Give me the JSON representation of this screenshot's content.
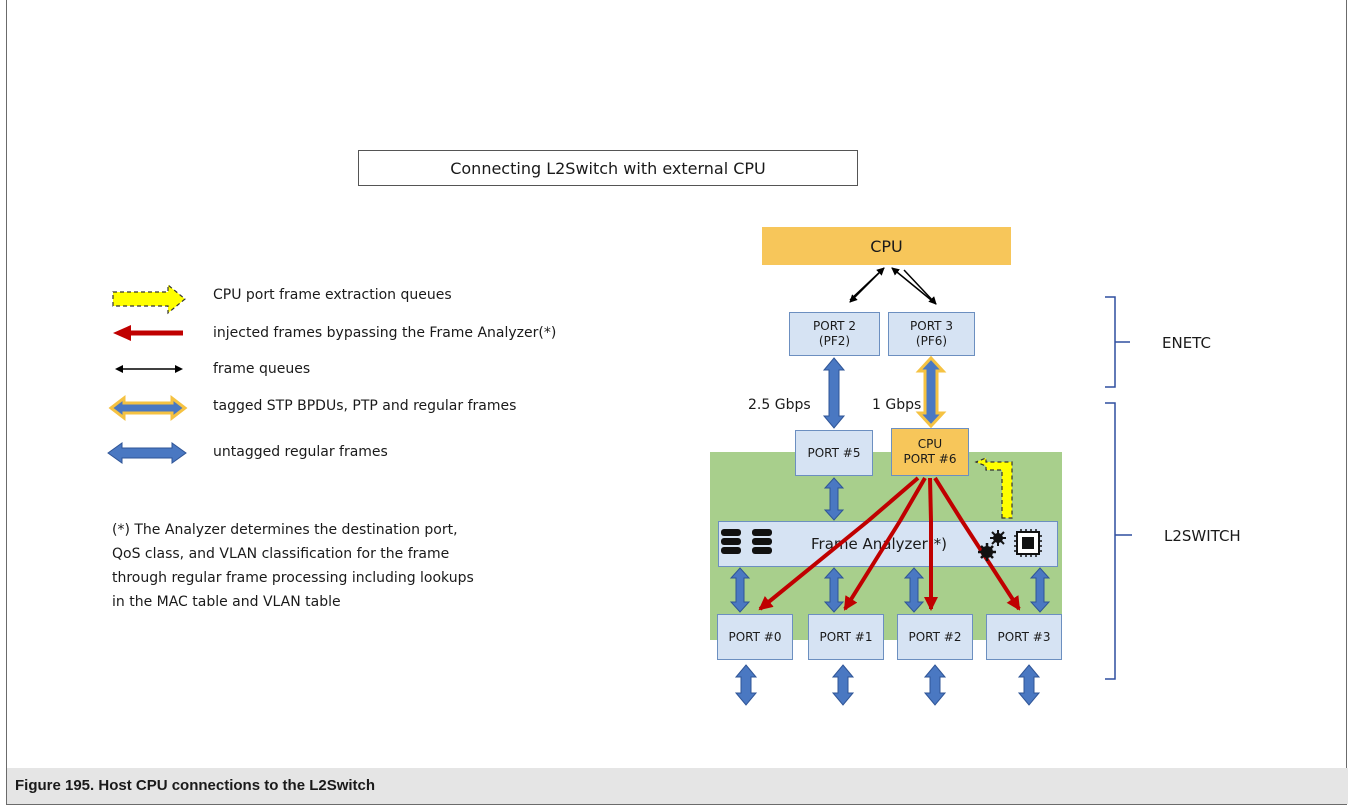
{
  "title": "Connecting L2Switch with external CPU",
  "legend": [
    {
      "icon": "yellow-dashed-arrow-icon",
      "label": "CPU port frame extraction queues"
    },
    {
      "icon": "red-arrow-icon",
      "label": "injected frames bypassing the Frame Analyzer(*)"
    },
    {
      "icon": "black-double-arrow-icon",
      "label": "frame queues"
    },
    {
      "icon": "blue-yellow-double-arrow-icon",
      "label": "tagged STP BPDUs, PTP and regular frames"
    },
    {
      "icon": "blue-double-arrow-icon",
      "label": "untagged regular frames"
    }
  ],
  "note": [
    "(*) The Analyzer determines the destination port,",
    "QoS class, and VLAN classification for the frame",
    "through regular frame processing including lookups",
    "in the MAC table and VLAN table"
  ],
  "diagram": {
    "cpu": "CPU",
    "port2": {
      "line1": "PORT 2",
      "line2": "(PF2)"
    },
    "port3": {
      "line1": "PORT 3",
      "line2": "(PF6)"
    },
    "speed_left": "2.5 Gbps",
    "speed_right": "1 Gbps",
    "port5": "PORT #5",
    "cpu_port": {
      "line1": "CPU",
      "line2": "PORT #6"
    },
    "analyzer": "Frame Analyzer(*)",
    "ports_bottom": [
      "PORT #0",
      "PORT #1",
      "PORT #2",
      "PORT #3"
    ],
    "enetc": "ENETC",
    "l2switch": "L2SWITCH"
  },
  "colors": {
    "cpu_yellow": "#f7c65a",
    "port_blue": "#d6e3f3",
    "arrow_blue": "#4a78c2",
    "arrow_red": "#c00000",
    "green_area": "#a8cf8c",
    "legend_yellow": "#ffff00",
    "brace_blue": "#2f4f9f"
  },
  "caption": "Figure 195. Host CPU connections to the L2Switch"
}
